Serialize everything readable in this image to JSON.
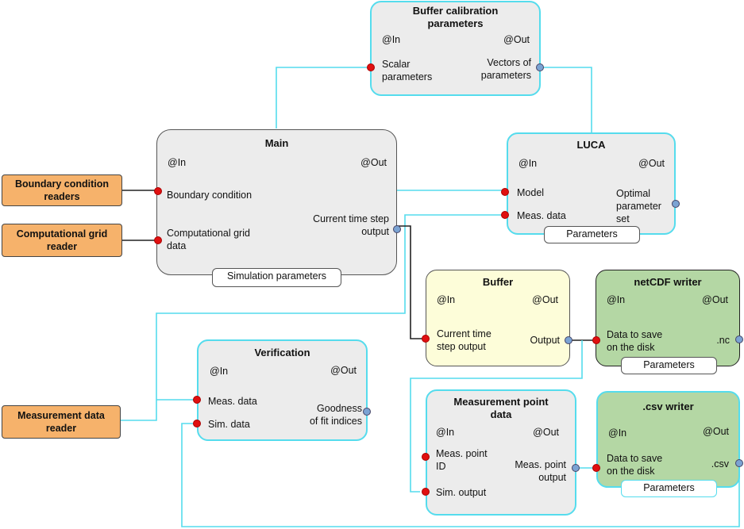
{
  "colors": {
    "wire_cyan": "#55dced",
    "wire_black": "#222222",
    "reader_fill": "#f6b26b",
    "gray_node_fill": "#ececec",
    "buffer_fill": "#fdfdd9",
    "writer_fill": "#b4d7a4",
    "in_port": "#e01010",
    "out_port": "#7ba3d3"
  },
  "readers": {
    "boundary": "Boundary condition\nreaders",
    "grid": "Computational grid\nreader",
    "measurement": "Measurement data\nreader"
  },
  "nodes": {
    "buffer_calibration": {
      "title": "Buffer calibration\nparameters",
      "in": "@In",
      "out": "@Out",
      "inputs": [
        "Scalar\nparameters"
      ],
      "outputs": [
        "Vectors of\nparameters"
      ]
    },
    "main": {
      "title": "Main",
      "in": "@In",
      "out": "@Out",
      "inputs": [
        "Boundary condition",
        "Computational grid\n data"
      ],
      "outputs": [
        "Current time step\noutput"
      ],
      "params": "Simulation parameters"
    },
    "luca": {
      "title": "LUCA",
      "in": "@In",
      "out": "@Out",
      "inputs": [
        "Model",
        "Meas. data"
      ],
      "outputs": [
        "Optimal\nparameter\nset"
      ],
      "params": "Parameters"
    },
    "buffer": {
      "title": "Buffer",
      "in": "@In",
      "out": "@Out",
      "inputs": [
        "Current time\nstep output"
      ],
      "outputs": [
        "Output"
      ]
    },
    "netcdf": {
      "title": "netCDF writer",
      "in": "@In",
      "out": "@Out",
      "inputs": [
        "Data to save\non the disk"
      ],
      "outputs": [
        ".nc"
      ],
      "params": "Parameters"
    },
    "verification": {
      "title": "Verification",
      "in": "@In",
      "out": "@Out",
      "inputs": [
        "Meas. data",
        "Sim. data"
      ],
      "outputs": [
        "Goodness\nof fit indices"
      ]
    },
    "measurement_point": {
      "title": "Measurement point\ndata",
      "in": "@In",
      "out": "@Out",
      "inputs": [
        "Meas. point\nID",
        "Sim. output"
      ],
      "outputs": [
        "Meas. point\noutput"
      ]
    },
    "csv": {
      "title": ".csv writer",
      "in": "@In",
      "out": "@Out",
      "inputs": [
        "Data to save\non the disk"
      ],
      "outputs": [
        ".csv"
      ],
      "params": "Parameters"
    }
  }
}
